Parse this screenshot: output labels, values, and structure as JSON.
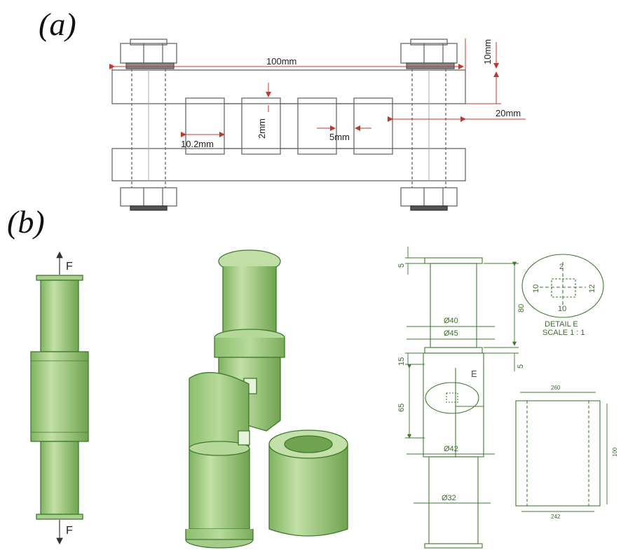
{
  "panels": {
    "a_label": "(a)",
    "b_label": "(b)"
  },
  "drawing_a": {
    "dim_100": "100mm",
    "dim_10": "10mm",
    "dim_20": "20mm",
    "dim_10_2": "10.2mm",
    "dim_2": "2mm",
    "dim_5": "5mm"
  },
  "drawing_b": {
    "force_top": "F",
    "force_bottom": "F",
    "dim_5_top": "5",
    "dim_80": "80",
    "dim_40": "Ø40",
    "dim_45": "Ø45",
    "dim_15": "15",
    "dim_5_mid": "5",
    "dim_65": "65",
    "dim_42": "Ø42",
    "dim_32": "Ø32",
    "detail_label": "E",
    "detail_title": "DETAIL E",
    "detail_scale": "SCALE 1 : 1",
    "detail_2": "2",
    "detail_10_left": "10",
    "detail_12": "12",
    "detail_10_bottom": "10",
    "sleeve_top": "260",
    "sleeve_bottom": "242",
    "sleeve_right": "100"
  },
  "colors": {
    "green_fill": "#a9cf8e",
    "green_stroke": "#3f7a2e",
    "dim_red": "#c0392b",
    "gray_line": "#555555"
  }
}
